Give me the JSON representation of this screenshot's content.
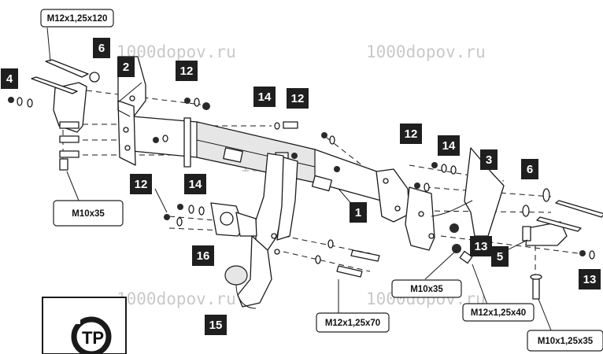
{
  "watermark": "1000dopov.ru",
  "part_numbers": {
    "p1": "1",
    "p2": "2",
    "p3": "3",
    "p4": "4",
    "p5": "5",
    "p6a": "6",
    "p6b": "6",
    "p12a": "12",
    "p12b": "12",
    "p12c": "12",
    "p12d": "12",
    "p13a": "13",
    "p13b": "13",
    "p14a": "14",
    "p14b": "14",
    "p14c": "14",
    "p15": "15",
    "p16": "16"
  },
  "bolt_labels": {
    "top_left": "M12x1,25x120",
    "left": "M10x35",
    "center_bottom": "M12x1,25x70",
    "right_mid": "M10x35",
    "right_low": "M12x1,25x40",
    "right_corner": "M10x1,25x35"
  },
  "cert_logo_text": "ТР"
}
